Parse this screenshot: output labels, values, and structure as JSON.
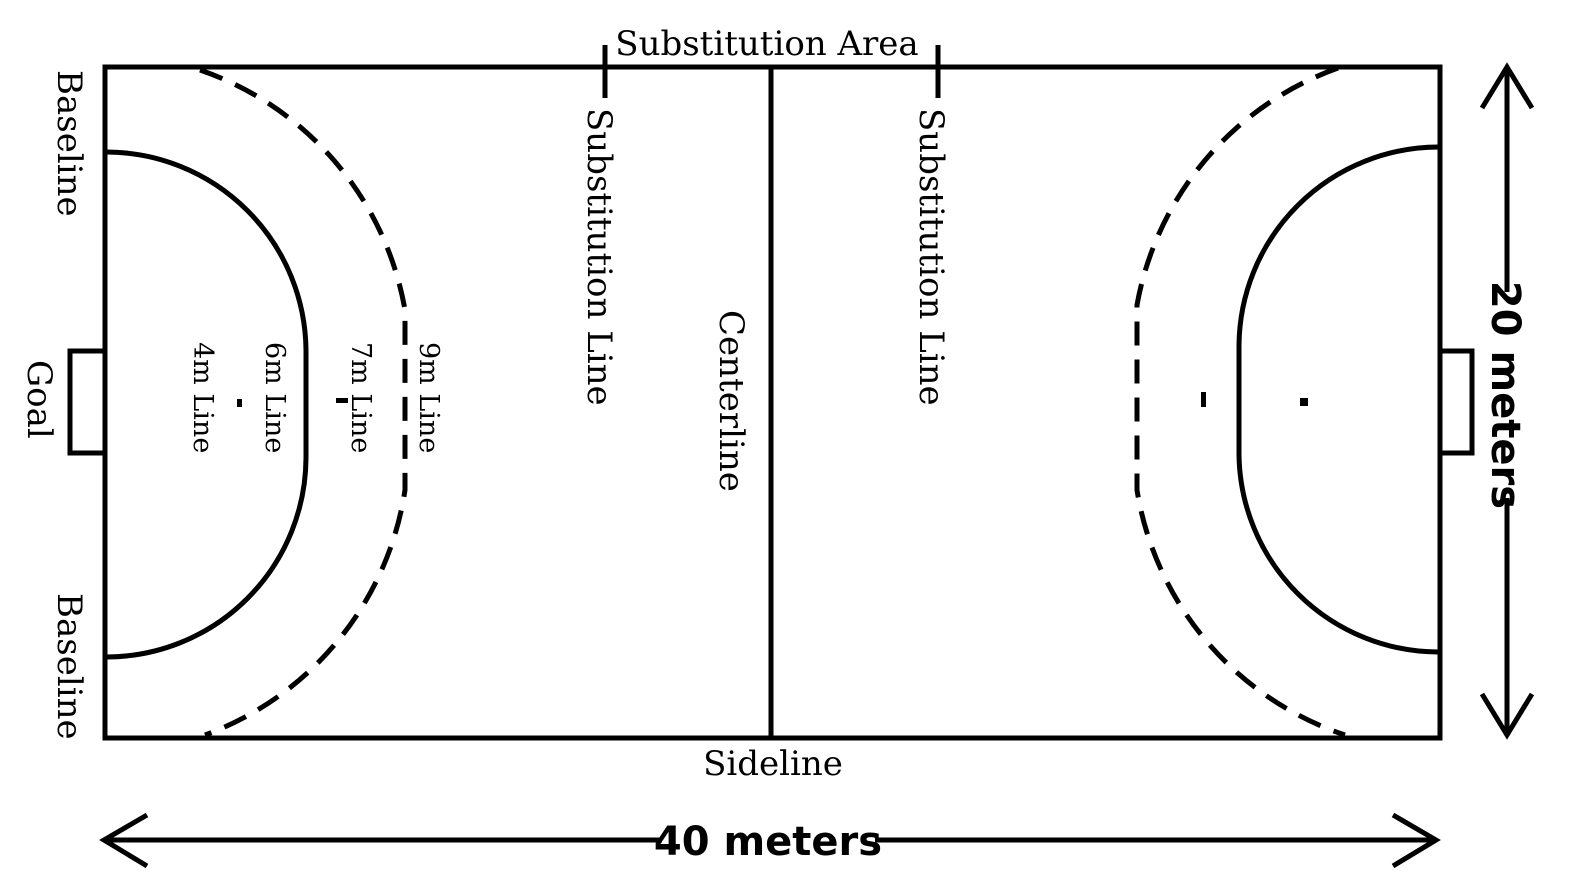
{
  "diagram": {
    "labels": {
      "substitution_area": "Substitution Area",
      "substitution_line": "Substitution Line",
      "centerline": "Centerline",
      "sideline": "Sideline",
      "baseline": "Baseline",
      "goal": "Goal",
      "line_9m": "9m Line",
      "line_7m": "7m Line",
      "line_6m": "6m Line",
      "line_4m": "4m Line"
    },
    "dimensions": {
      "length": "40 meters",
      "width": "20 meters"
    }
  }
}
